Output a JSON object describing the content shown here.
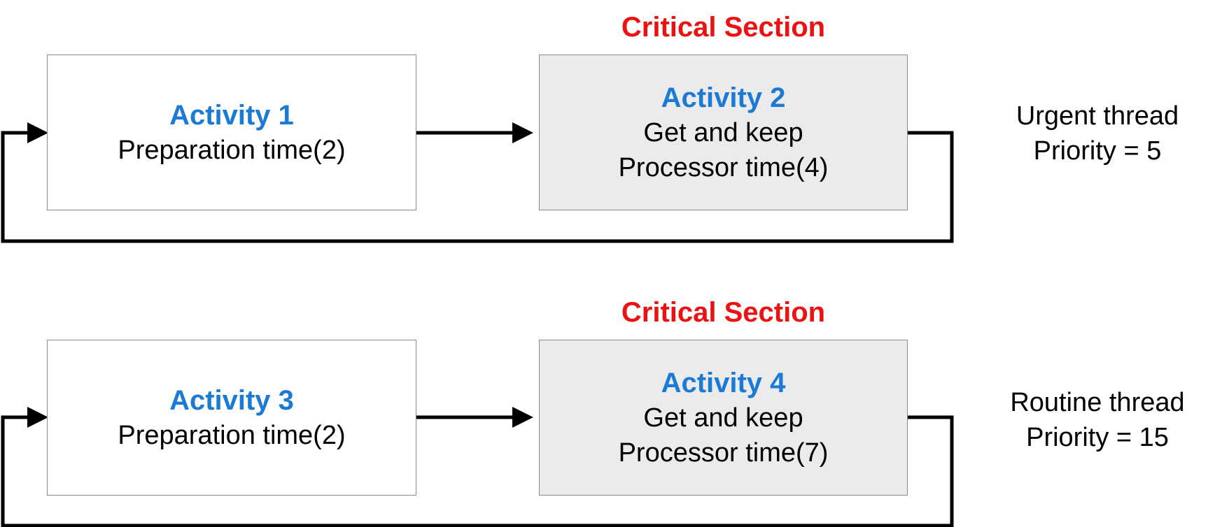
{
  "rows": [
    {
      "critical_label": "Critical Section",
      "activity_a": {
        "title": "Activity 1",
        "line1": "Preparation time(2)"
      },
      "activity_b": {
        "title": "Activity 2",
        "line1": "Get and keep",
        "line2": "Processor time(4)"
      },
      "thread": {
        "name": "Urgent thread",
        "priority": "Priority = 5"
      }
    },
    {
      "critical_label": "Critical Section",
      "activity_a": {
        "title": "Activity 3",
        "line1": "Preparation time(2)"
      },
      "activity_b": {
        "title": "Activity 4",
        "line1": "Get and keep",
        "line2": "Processor time(7)"
      },
      "thread": {
        "name": "Routine thread",
        "priority": "Priority = 15"
      }
    }
  ],
  "colors": {
    "activity_title": "#1a7ad4",
    "critical_label": "#ee1111",
    "critical_box_fill": "#ebebeb",
    "box_border": "#8a8a8a",
    "connector": "#000000"
  }
}
